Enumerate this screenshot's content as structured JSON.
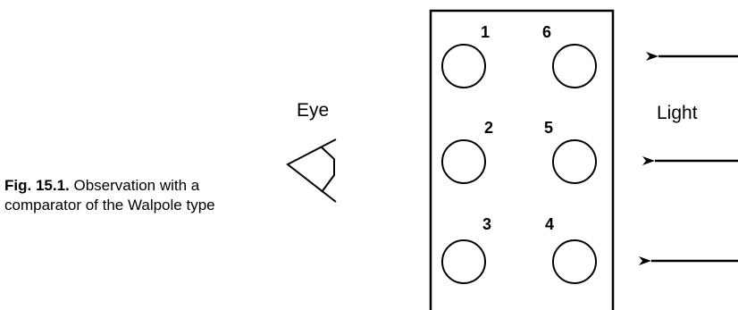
{
  "figure": {
    "caption_label": "Fig. 15.1.",
    "caption_text": " Observation with a comparator of the Walpole type"
  },
  "labels": {
    "eye": "Eye",
    "light": "Light"
  },
  "tubes": [
    {
      "number": "1"
    },
    {
      "number": "6"
    },
    {
      "number": "2"
    },
    {
      "number": "5"
    },
    {
      "number": "3"
    },
    {
      "number": "4"
    }
  ],
  "colors": {
    "stroke": "#000000",
    "background": "#ffffff"
  }
}
